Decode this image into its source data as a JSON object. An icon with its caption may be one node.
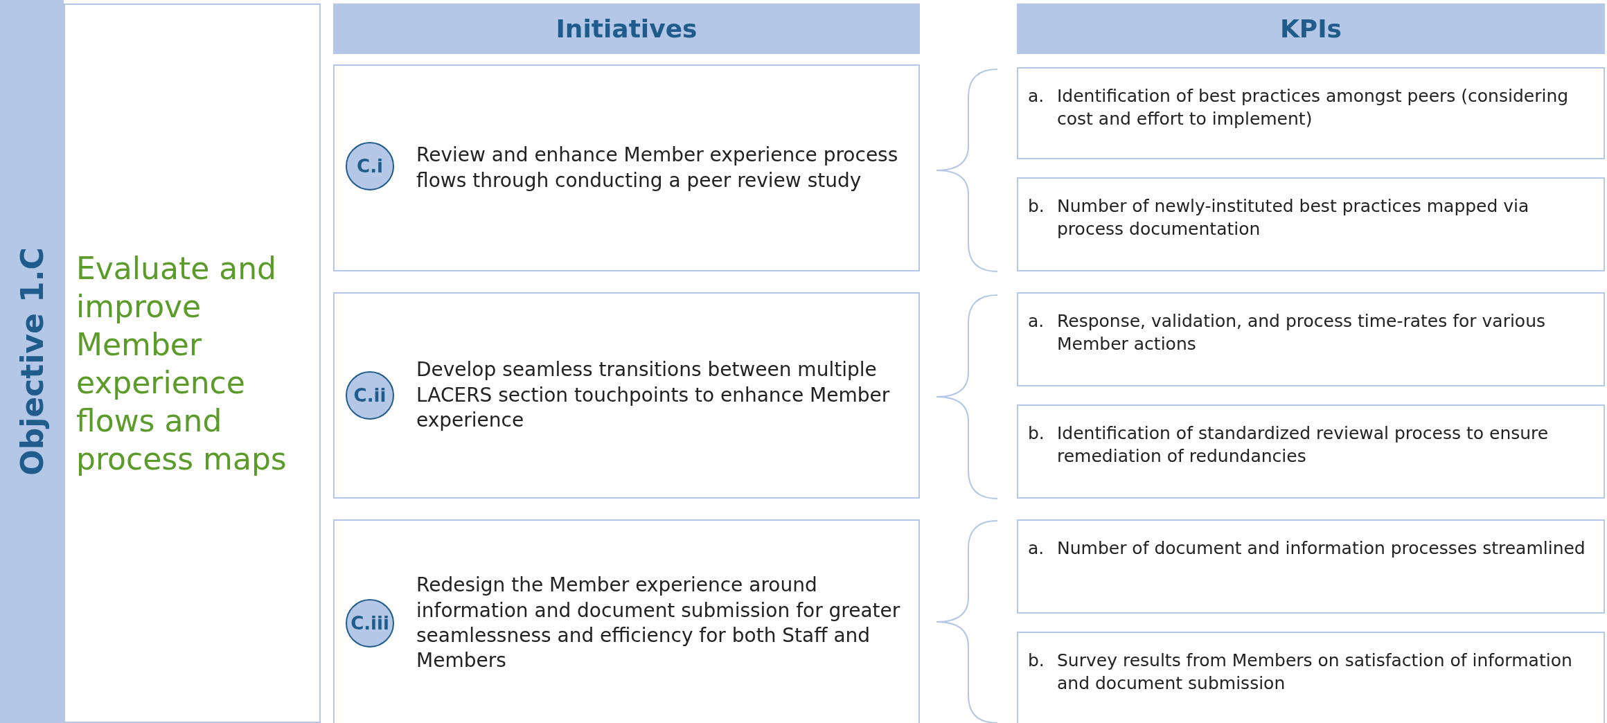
{
  "diagram": {
    "nodes": [
      {
        "text": [
          "Objective 1.C"
        ]
      },
      {
        "text": [
          "Evaluate and improve Member experience flows and process maps"
        ]
      },
      {
        "text": [
          "Initiatives"
        ]
      },
      {
        "text": [
          "KPIs"
        ]
      },
      {
        "text": [
          "Review and enhance Member experience process flows through conducting a peer review study"
        ]
      },
      {
        "text": [
          "C.i"
        ],
        "in": 4
      },
      {
        "text": [
          "a.",
          "Identification of best practices amongst peers (considering cost and effort to implement)"
        ]
      },
      {
        "text": [
          "b.",
          "Number of newly-instituted best practices mapped via process documentation"
        ]
      },
      {
        "text": [
          "Develop seamless transitions between multiple LACERS section touchpoints to enhance Member experience"
        ]
      },
      {
        "text": [
          "C.ii"
        ],
        "in": 8
      },
      {
        "text": [
          "a.",
          "Response, validation, and process time-rates for various Member actions"
        ]
      },
      {
        "text": [
          "b.",
          "Identification of standardized reviewal process to ensure remediation of redundancies"
        ]
      },
      {
        "text": [
          "Redesign the Member experience around information and document submission for greater seamlessness and efficiency for both Staff and Members"
        ]
      },
      {
        "text": [
          "C.iii"
        ],
        "in": 12
      },
      {
        "text": [
          "a.",
          "Number of document and information processes streamlined"
        ]
      },
      {
        "text": [
          "b.",
          "Survey results from Members on satisfaction of information and document submission"
        ]
      }
    ]
  }
}
